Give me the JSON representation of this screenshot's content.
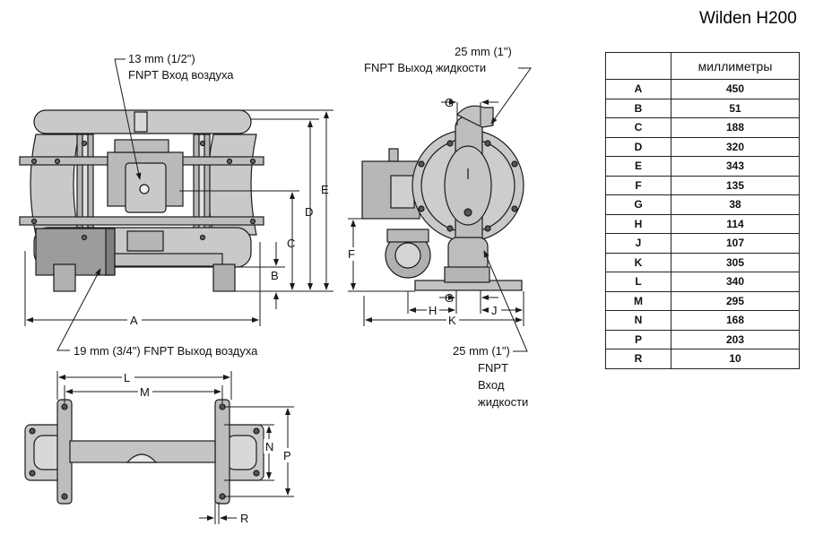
{
  "model": "Wilden H200",
  "table": {
    "header_key": "",
    "header_value": "миллиметры",
    "rows": [
      {
        "key": "A",
        "value": "450"
      },
      {
        "key": "B",
        "value": "51"
      },
      {
        "key": "C",
        "value": "188"
      },
      {
        "key": "D",
        "value": "320"
      },
      {
        "key": "E",
        "value": "343"
      },
      {
        "key": "F",
        "value": "135"
      },
      {
        "key": "G",
        "value": "38"
      },
      {
        "key": "H",
        "value": "114"
      },
      {
        "key": "J",
        "value": "107"
      },
      {
        "key": "K",
        "value": "305"
      },
      {
        "key": "L",
        "value": "340"
      },
      {
        "key": "M",
        "value": "295"
      },
      {
        "key": "N",
        "value": "168"
      },
      {
        "key": "P",
        "value": "203"
      },
      {
        "key": "R",
        "value": "10"
      }
    ]
  },
  "callouts": {
    "air_inlet_size": "13 mm (1/2\")",
    "air_inlet_text": "FNPT  Вход воздуха",
    "air_exhaust": "19 mm (3/4\") FNPT  Выход воздуха",
    "liquid_outlet_size": "25 mm (1\")",
    "liquid_outlet_text": "FNPT  Выход жидкости",
    "liquid_inlet_size": "25 mm (1\")",
    "liquid_inlet_line1": "FNPT",
    "liquid_inlet_line2": "Вход",
    "liquid_inlet_line3": "жидкости"
  },
  "dim_letters": {
    "A": "A",
    "B": "B",
    "C": "C",
    "D": "D",
    "E": "E",
    "F": "F",
    "G": "G",
    "H": "H",
    "J": "J",
    "K": "K",
    "L": "L",
    "M": "M",
    "N": "N",
    "P": "P",
    "R": "R"
  },
  "colors": {
    "body": "#c9c9c9",
    "body_dark": "#9a9a9a",
    "line": "#1a1a1a"
  }
}
